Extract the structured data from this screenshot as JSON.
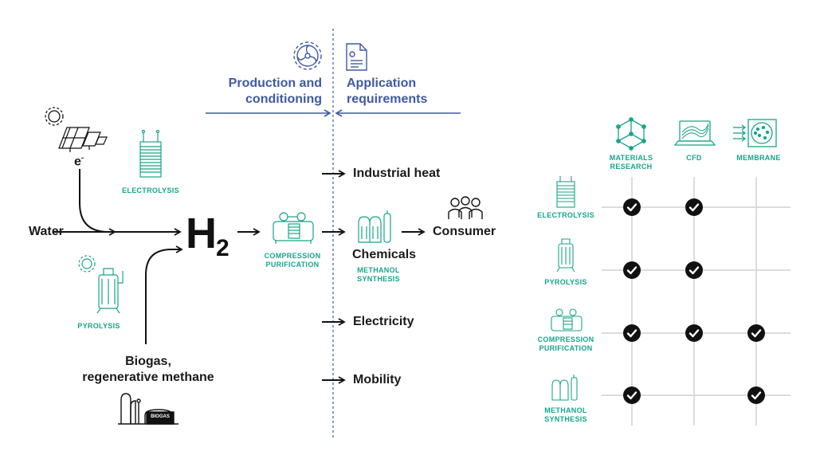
{
  "colors": {
    "teal": "#17a589",
    "blue": "#3f5aa3",
    "black": "#111111",
    "grid": "#dcdcdc"
  },
  "header": {
    "left_label_line1": "Production and",
    "left_label_line2": "conditioning",
    "right_label_line1": "Application",
    "right_label_line2": "requirements",
    "left_icon": "gear-fan-icon",
    "right_icon": "document-icon"
  },
  "flow": {
    "electron": "e",
    "electron_sup": "-",
    "water": "Water",
    "electrolysis": "ELECTROLYSIS",
    "pyrolysis": "PYROLYSIS",
    "h2_main": "H",
    "h2_sub": "2",
    "biogas_line1": "Biogas,",
    "biogas_line2": "regenerative methane",
    "biogas_tank_label": "BIOGAS",
    "compression_line1": "COMPRESSION",
    "compression_line2": "PURIFICATION",
    "industrial_heat": "Industrial heat",
    "chemicals": "Chemicals",
    "methanol_line1": "METHANOL",
    "methanol_line2": "SYNTHESIS",
    "consumer": "Consumer",
    "electricity": "Electricity",
    "mobility": "Mobility"
  },
  "matrix": {
    "columns": [
      {
        "line1": "MATERIALS",
        "line2": "RESEARCH",
        "icon": "crystal-structure-icon"
      },
      {
        "line1": "CFD",
        "line2": "",
        "icon": "laptop-icon"
      },
      {
        "line1": "MEMBRANE",
        "line2": "",
        "icon": "membrane-icon"
      }
    ],
    "rows": [
      {
        "line1": "ELECTROLYSIS",
        "line2": "",
        "checks": [
          true,
          true,
          false
        ]
      },
      {
        "line1": "PYROLYSIS",
        "line2": "",
        "checks": [
          true,
          true,
          false
        ]
      },
      {
        "line1": "COMPRESSION",
        "line2": "PURIFICATION",
        "checks": [
          true,
          true,
          true
        ]
      },
      {
        "line1": "METHANOL",
        "line2": "SYNTHESIS",
        "checks": [
          true,
          false,
          true
        ]
      }
    ]
  }
}
